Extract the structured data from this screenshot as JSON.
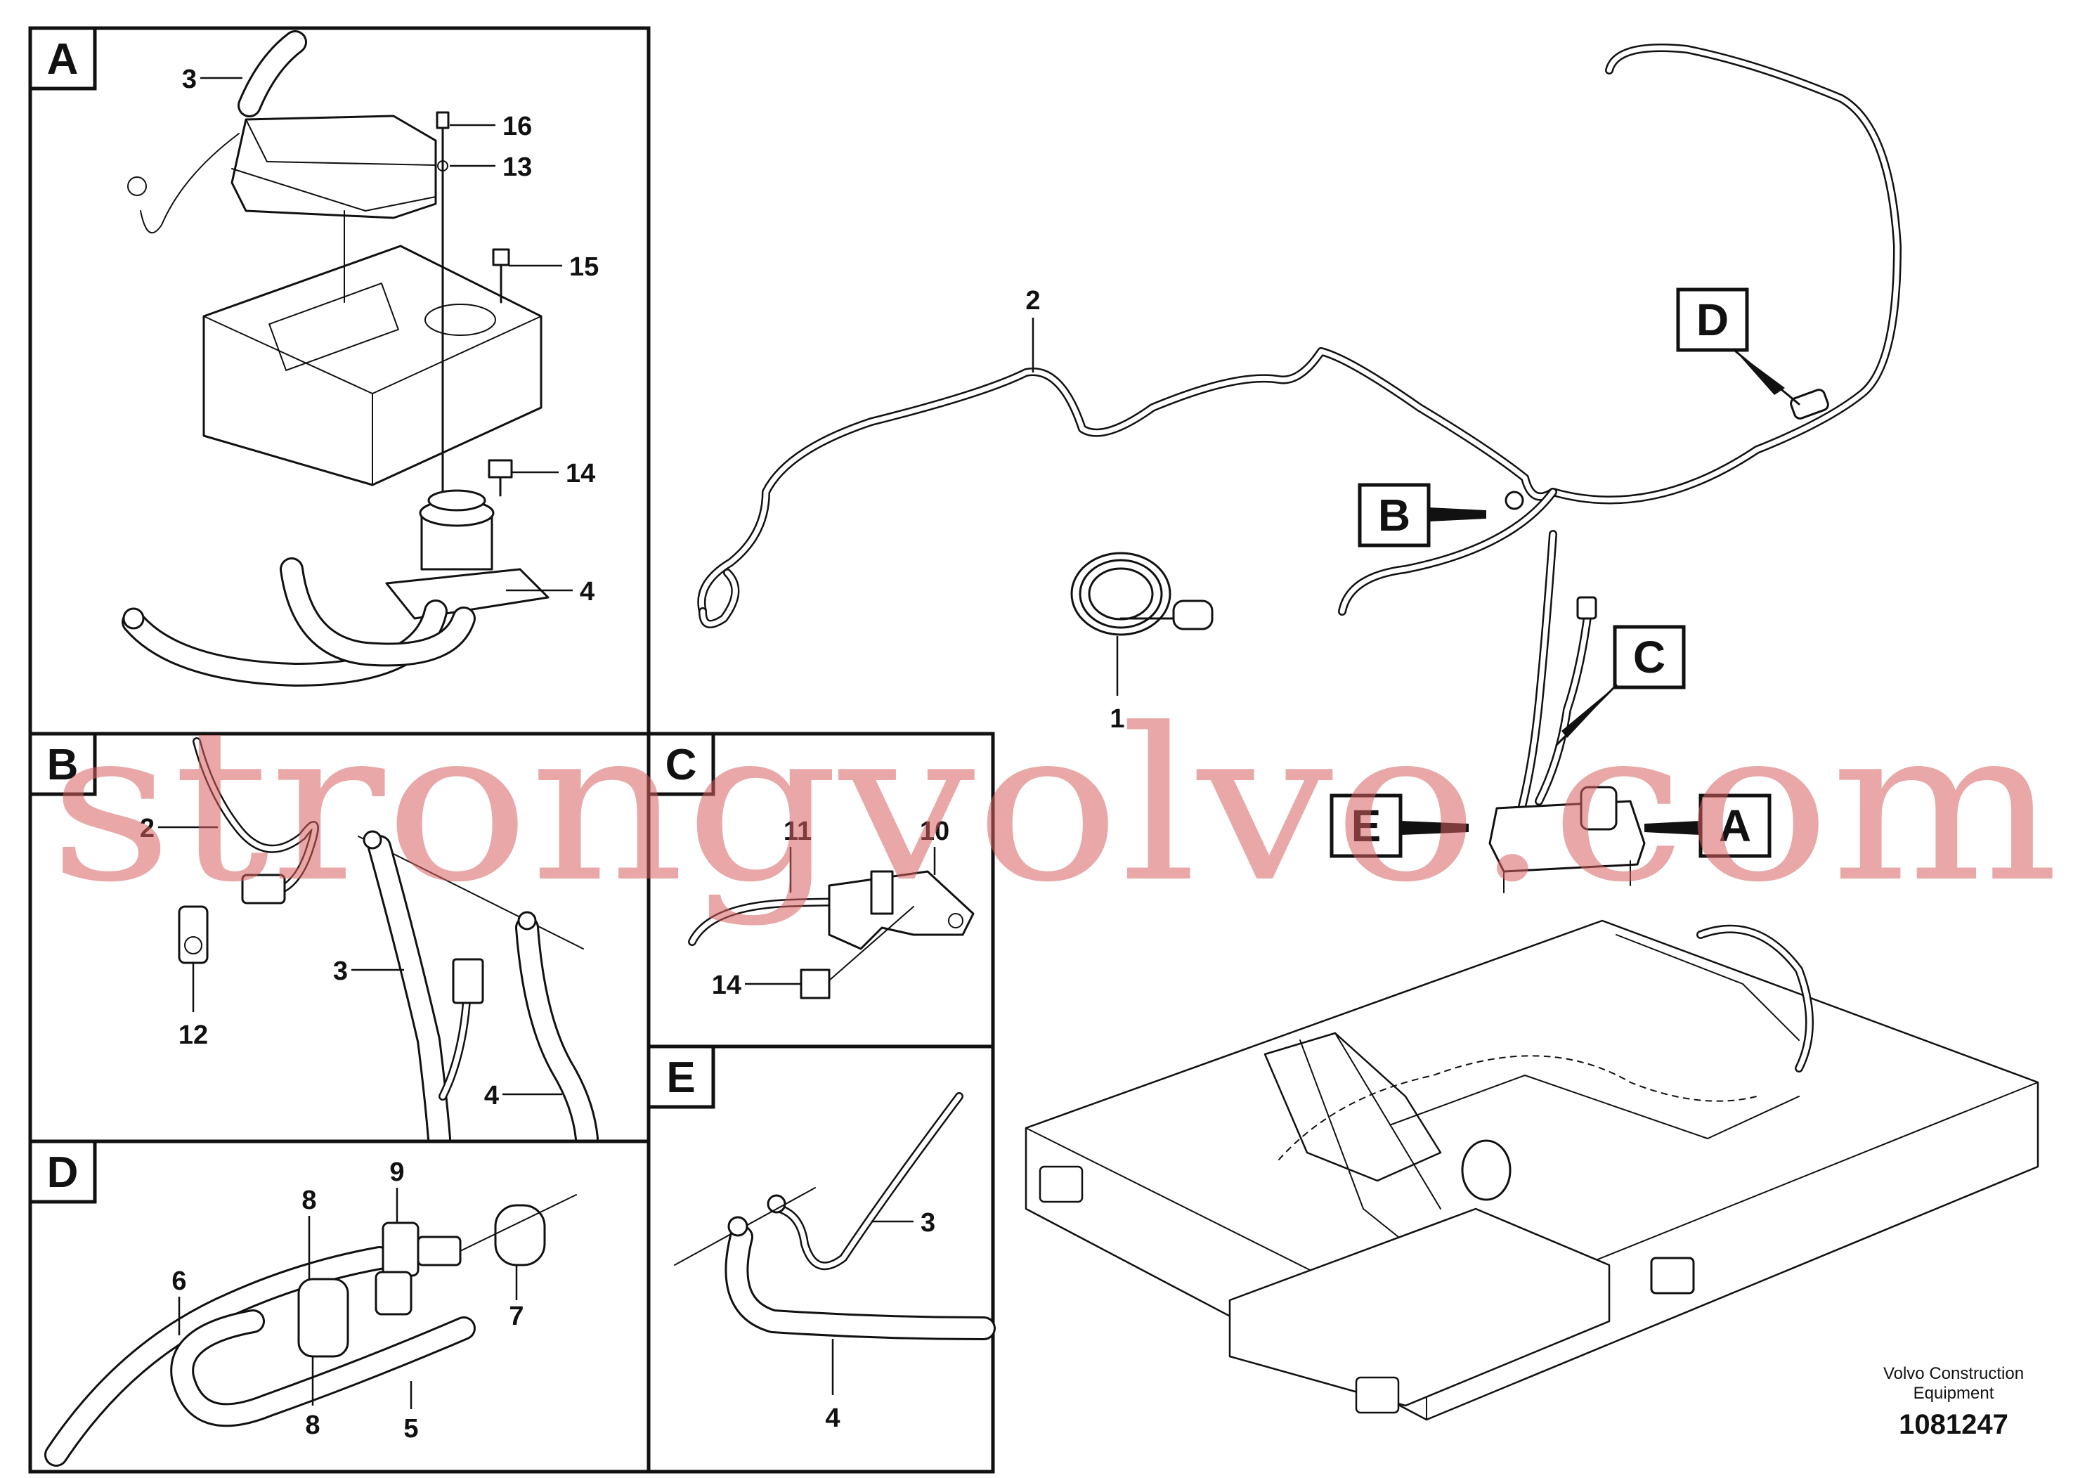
{
  "panels": {
    "A": "A",
    "B": "B",
    "C": "C",
    "D": "D",
    "E": "E"
  },
  "callouts": {
    "A": "A",
    "B": "B",
    "C": "C",
    "D": "D",
    "E": "E"
  },
  "labels": {
    "main": {
      "p1": "1",
      "p2": "2"
    },
    "A": {
      "p3": "3",
      "p16": "16",
      "p13": "13",
      "p15": "15",
      "p14": "14",
      "p4": "4"
    },
    "B": {
      "p2": "2",
      "p12": "12",
      "p3": "3",
      "p4": "4"
    },
    "C": {
      "p11": "11",
      "p10": "10",
      "p14": "14"
    },
    "D": {
      "p9": "9",
      "p8a": "8",
      "p8b": "8",
      "p6": "6",
      "p7": "7",
      "p5": "5"
    },
    "E": {
      "p3": "3",
      "p4": "4"
    }
  },
  "watermark": "strongvolvo.com",
  "footer": {
    "line1": "Volvo Construction",
    "line2": "Equipment",
    "drawing_number": "1081247"
  }
}
